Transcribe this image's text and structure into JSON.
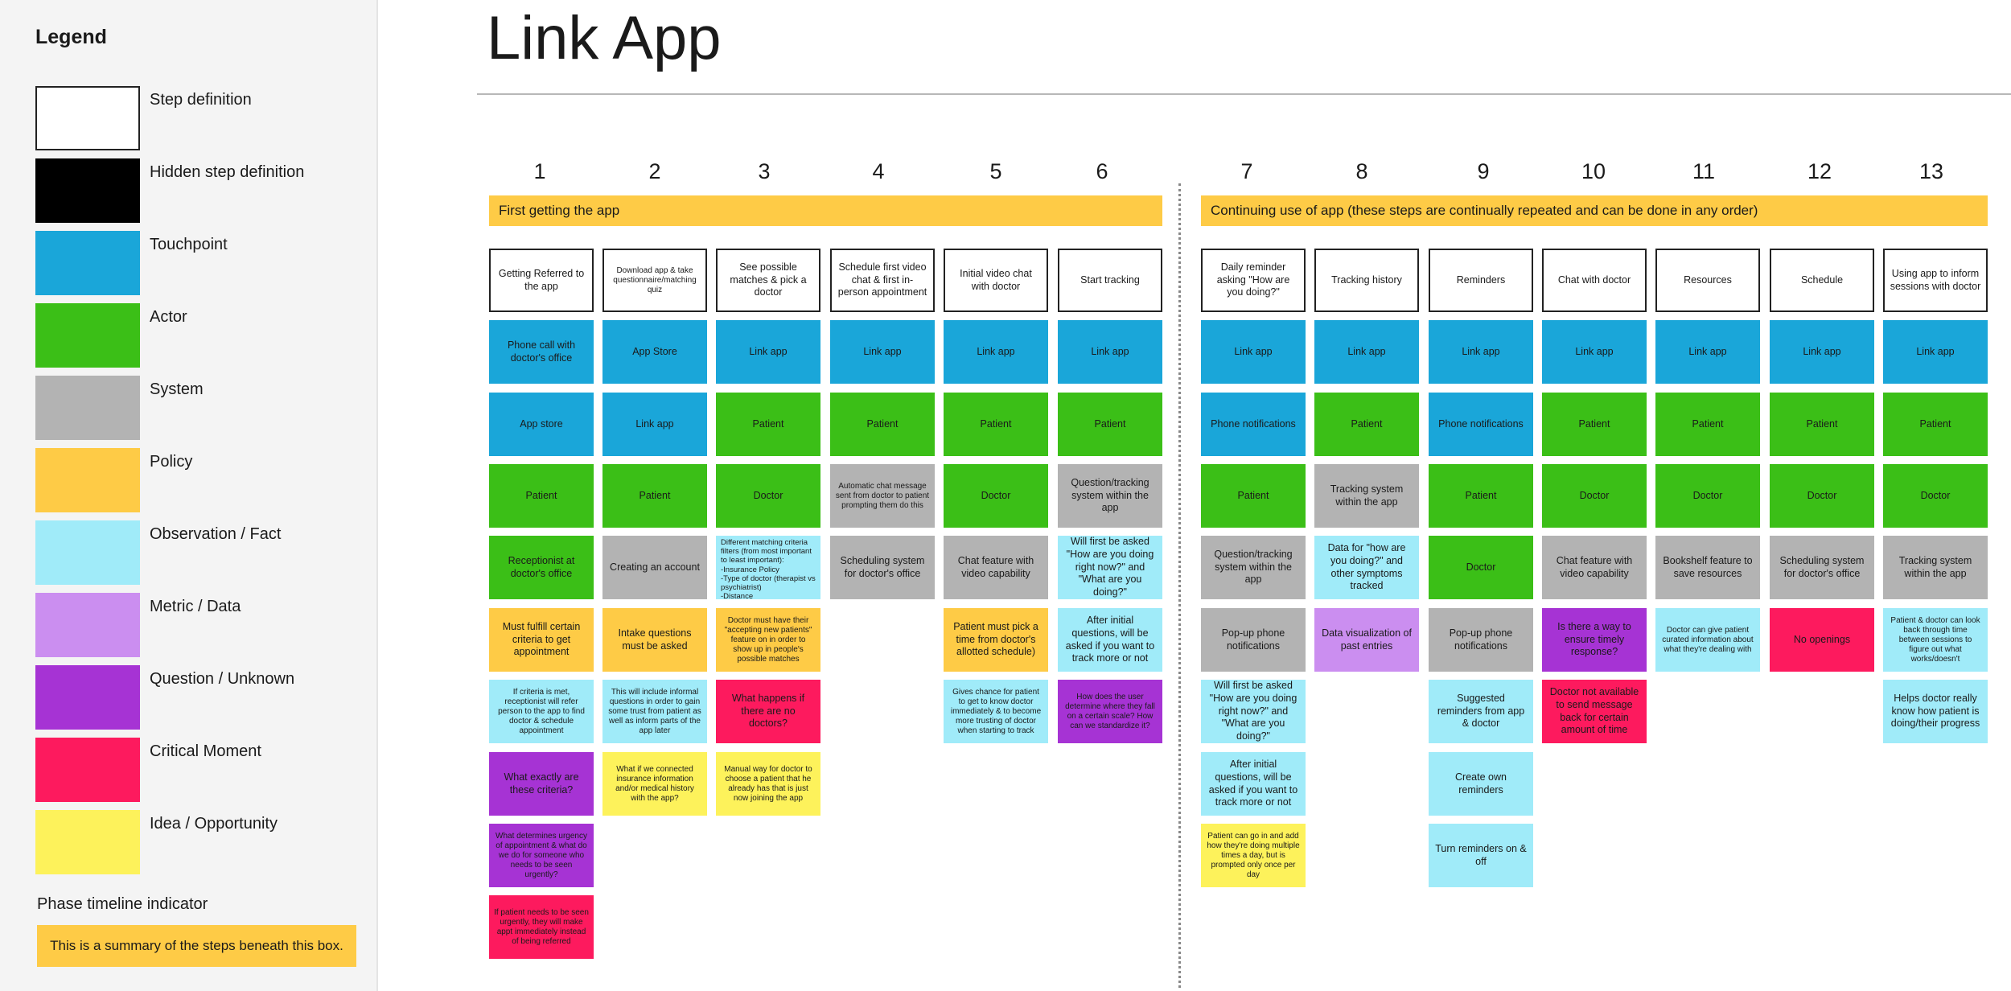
{
  "title": "Link App",
  "legend": {
    "title": "Legend",
    "items": [
      {
        "label": "Step definition",
        "color": "#ffffff"
      },
      {
        "label": "Hidden step definition",
        "color": "#000000"
      },
      {
        "label": "Touchpoint",
        "color": "#1aa6d9"
      },
      {
        "label": "Actor",
        "color": "#3bbf17"
      },
      {
        "label": "System",
        "color": "#b3b3b3"
      },
      {
        "label": "Policy",
        "color": "#fecb46"
      },
      {
        "label": "Observation / Fact",
        "color": "#a0ebf9"
      },
      {
        "label": "Metric / Data",
        "color": "#cb8ef0"
      },
      {
        "label": "Question / Unknown",
        "color": "#a633d4"
      },
      {
        "label": "Critical Moment",
        "color": "#fd1a5e"
      },
      {
        "label": "Idea / Opportunity",
        "color": "#fdf25b"
      }
    ],
    "phase_indicator_label": "Phase timeline indicator",
    "phase_indicator_example": "This is a summary of the steps beneath this box."
  },
  "phases": [
    {
      "label": "First getting the app"
    },
    {
      "label": "Continuing use of app (these steps are continually repeated and can be done in any order)"
    }
  ],
  "columns": [
    {
      "number": "1",
      "cards": [
        {
          "type": "step",
          "text": "Getting Referred to the app"
        },
        {
          "type": "touchpoint",
          "text": "Phone call with doctor's office"
        },
        {
          "type": "touchpoint",
          "text": "App store"
        },
        {
          "type": "actor",
          "text": "Patient"
        },
        {
          "type": "actor",
          "text": "Receptionist at doctor's office"
        },
        {
          "type": "policy",
          "text": "Must fulfill certain criteria to get appointment"
        },
        {
          "type": "observation",
          "text": "If criteria is met, receptionist will refer person to the app to find doctor & schedule appointment",
          "small": true
        },
        {
          "type": "question",
          "text": "What exactly are these criteria?"
        },
        {
          "type": "question",
          "text": "What determines urgency of appointment & what do we do for someone who needs to be seen urgently?",
          "small": true
        },
        {
          "type": "critical",
          "text": "If patient needs to be seen urgently, they will make appt immediately instead of being referred",
          "small": true
        }
      ]
    },
    {
      "number": "2",
      "cards": [
        {
          "type": "step",
          "text": "Download app & take questionnaire/matching quiz",
          "small": true
        },
        {
          "type": "touchpoint",
          "text": "App Store"
        },
        {
          "type": "touchpoint",
          "text": "Link app"
        },
        {
          "type": "actor",
          "text": "Patient"
        },
        {
          "type": "system",
          "text": "Creating an account"
        },
        {
          "type": "policy",
          "text": "Intake questions must be asked"
        },
        {
          "type": "observation",
          "text": "This will include informal questions in order to gain some trust from patient as well as inform parts of the app later",
          "small": true
        },
        {
          "type": "idea",
          "text": "What if we connected insurance information and/or medical history with the app?",
          "small": true
        }
      ]
    },
    {
      "number": "3",
      "cards": [
        {
          "type": "step",
          "text": "See possible matches & pick a doctor"
        },
        {
          "type": "touchpoint",
          "text": "Link app"
        },
        {
          "type": "actor",
          "text": "Patient"
        },
        {
          "type": "actor",
          "text": "Doctor"
        },
        {
          "type": "observation",
          "text": "Different matching criteria filters (from most important to least important):\n-Insurance Policy\n-Type of doctor (therapist vs psychiatrist)\n-Distance\n-Male/Female\n-Similar Interests",
          "list": true
        },
        {
          "type": "policy",
          "text": "Doctor must have their \"accepting new patients\" feature on in order to show up in people's possible matches",
          "small": true
        },
        {
          "type": "critical",
          "text": "What happens if there are no doctors?"
        },
        {
          "type": "idea",
          "text": "Manual way for doctor to choose a patient that he already has that is just now joining the app",
          "small": true
        }
      ]
    },
    {
      "number": "4",
      "cards": [
        {
          "type": "step",
          "text": "Schedule first video chat & first in-person appointment"
        },
        {
          "type": "touchpoint",
          "text": "Link app"
        },
        {
          "type": "actor",
          "text": "Patient"
        },
        {
          "type": "system",
          "text": "Automatic chat message sent from doctor to patient prompting them do this",
          "small": true
        },
        {
          "type": "system",
          "text": "Scheduling system for doctor's office"
        }
      ]
    },
    {
      "number": "5",
      "cards": [
        {
          "type": "step",
          "text": "Initial video chat with doctor"
        },
        {
          "type": "touchpoint",
          "text": "Link app"
        },
        {
          "type": "actor",
          "text": "Patient"
        },
        {
          "type": "actor",
          "text": "Doctor"
        },
        {
          "type": "system",
          "text": "Chat feature with video capability"
        },
        {
          "type": "policy",
          "text": "Patient must pick a time from doctor's allotted schedule)"
        },
        {
          "type": "observation",
          "text": "Gives chance for patient to get to know doctor immediately & to become more trusting of doctor when starting to track",
          "small": true
        }
      ]
    },
    {
      "number": "6",
      "cards": [
        {
          "type": "step",
          "text": "Start tracking"
        },
        {
          "type": "touchpoint",
          "text": "Link app"
        },
        {
          "type": "actor",
          "text": "Patient"
        },
        {
          "type": "system",
          "text": "Question/tracking system within the app"
        },
        {
          "type": "observation",
          "text": "Will first be asked \"How are you doing right now?\" and \"What are you doing?\""
        },
        {
          "type": "observation",
          "text": "After initial questions, will be asked if you want to track more or not"
        },
        {
          "type": "question",
          "text": "How does the user determine where they fall on a certain scale? How can we standardize it?",
          "small": true
        }
      ]
    },
    {
      "number": "7",
      "cards": [
        {
          "type": "step",
          "text": "Daily reminder asking \"How are you doing?\""
        },
        {
          "type": "touchpoint",
          "text": "Link app"
        },
        {
          "type": "touchpoint",
          "text": "Phone notifications"
        },
        {
          "type": "actor",
          "text": "Patient"
        },
        {
          "type": "system",
          "text": "Question/tracking system within the app"
        },
        {
          "type": "system",
          "text": "Pop-up phone notifications"
        },
        {
          "type": "observation",
          "text": "Will first be asked \"How are you doing right now?\" and \"What are you doing?\""
        },
        {
          "type": "observation",
          "text": "After initial questions, will be asked if you want to track more or not"
        },
        {
          "type": "idea",
          "text": "Patient can go in and add how they're doing multiple times a day, but is prompted only once per day",
          "small": true
        }
      ]
    },
    {
      "number": "8",
      "cards": [
        {
          "type": "step",
          "text": "Tracking history"
        },
        {
          "type": "touchpoint",
          "text": "Link app"
        },
        {
          "type": "actor",
          "text": "Patient"
        },
        {
          "type": "system",
          "text": "Tracking system within the app"
        },
        {
          "type": "observation",
          "text": "Data for \"how are you doing?\" and other symptoms tracked"
        },
        {
          "type": "metric",
          "text": "Data visualization of past entries"
        }
      ]
    },
    {
      "number": "9",
      "cards": [
        {
          "type": "step",
          "text": "Reminders"
        },
        {
          "type": "touchpoint",
          "text": "Link app"
        },
        {
          "type": "touchpoint",
          "text": "Phone notifications"
        },
        {
          "type": "actor",
          "text": "Patient"
        },
        {
          "type": "actor",
          "text": "Doctor"
        },
        {
          "type": "system",
          "text": "Pop-up phone notifications"
        },
        {
          "type": "observation",
          "text": "Suggested reminders from app & doctor"
        },
        {
          "type": "observation",
          "text": "Create own reminders"
        },
        {
          "type": "observation",
          "text": "Turn reminders on & off"
        }
      ]
    },
    {
      "number": "10",
      "cards": [
        {
          "type": "step",
          "text": "Chat with doctor"
        },
        {
          "type": "touchpoint",
          "text": "Link app"
        },
        {
          "type": "actor",
          "text": "Patient"
        },
        {
          "type": "actor",
          "text": "Doctor"
        },
        {
          "type": "system",
          "text": "Chat feature with video capability"
        },
        {
          "type": "question",
          "text": "Is there a way to ensure timely response?"
        },
        {
          "type": "critical",
          "text": "Doctor not available to send message back for certain amount of time"
        }
      ]
    },
    {
      "number": "11",
      "cards": [
        {
          "type": "step",
          "text": "Resources"
        },
        {
          "type": "touchpoint",
          "text": "Link app"
        },
        {
          "type": "actor",
          "text": "Patient"
        },
        {
          "type": "actor",
          "text": "Doctor"
        },
        {
          "type": "system",
          "text": "Bookshelf feature to save resources"
        },
        {
          "type": "observation",
          "text": "Doctor can give patient curated information about what they're dealing with",
          "small": true
        }
      ]
    },
    {
      "number": "12",
      "cards": [
        {
          "type": "step",
          "text": "Schedule"
        },
        {
          "type": "touchpoint",
          "text": "Link app"
        },
        {
          "type": "actor",
          "text": "Patient"
        },
        {
          "type": "actor",
          "text": "Doctor"
        },
        {
          "type": "system",
          "text": "Scheduling system for doctor's office"
        },
        {
          "type": "critical",
          "text": "No openings"
        }
      ]
    },
    {
      "number": "13",
      "cards": [
        {
          "type": "step",
          "text": "Using app to inform sessions with doctor"
        },
        {
          "type": "touchpoint",
          "text": "Link app"
        },
        {
          "type": "actor",
          "text": "Patient"
        },
        {
          "type": "actor",
          "text": "Doctor"
        },
        {
          "type": "system",
          "text": "Tracking system within the app"
        },
        {
          "type": "observation",
          "text": "Patient & doctor can look back through time between sessions to figure out what works/doesn't",
          "small": true
        },
        {
          "type": "observation",
          "text": "Helps doctor really know how patient is doing/their progress"
        }
      ]
    }
  ]
}
